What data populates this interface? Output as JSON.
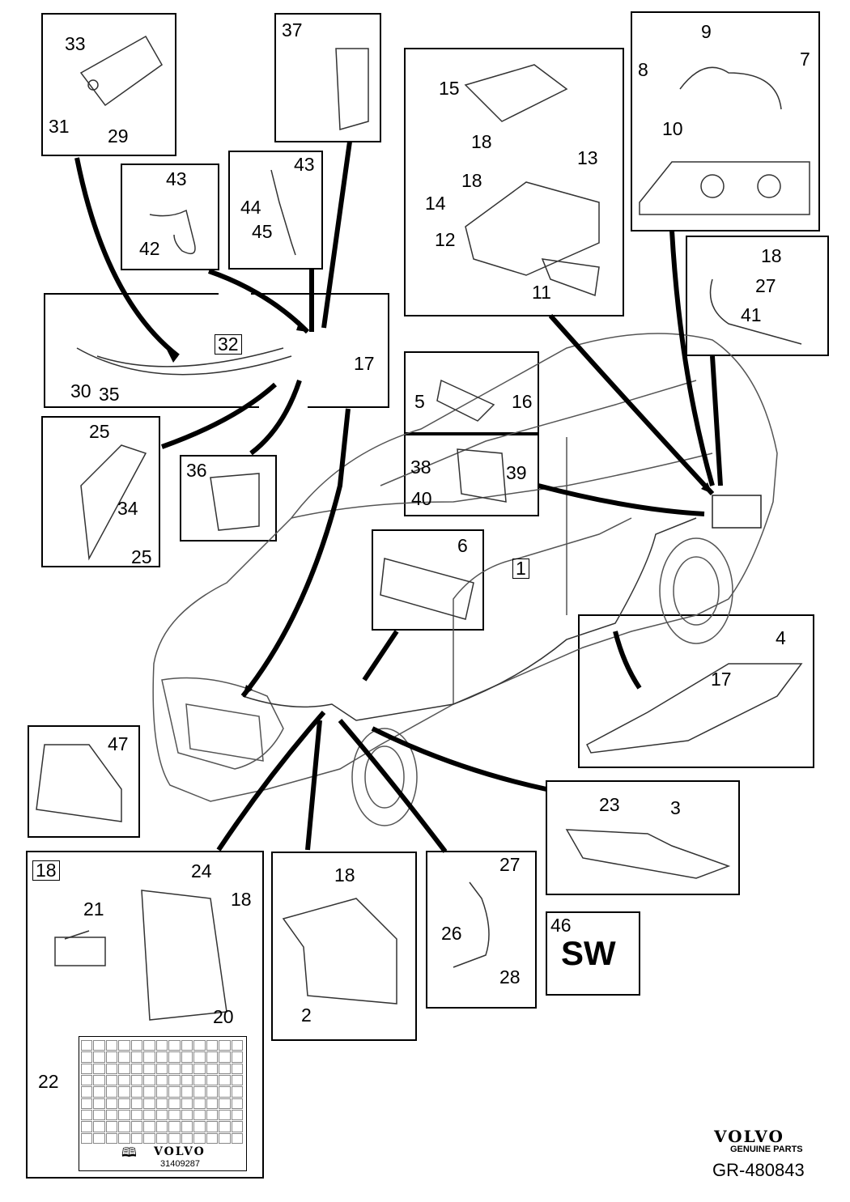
{
  "callouts": {
    "n1": "1",
    "n2": "2",
    "n3": "3",
    "n4": "4",
    "n5": "5",
    "n6": "6",
    "n7": "7",
    "n8": "8",
    "n9": "9",
    "n10": "10",
    "n11": "11",
    "n12": "12",
    "n13": "13",
    "n14": "14",
    "n15": "15",
    "n16": "16",
    "n17a": "17",
    "n17b": "17",
    "n18a": "18",
    "n18b": "18",
    "n18c": "18",
    "n18d": "18",
    "n18e": "18",
    "n18box": "18",
    "n20": "20",
    "n21": "21",
    "n22": "22",
    "n23": "23",
    "n24": "24",
    "n25a": "25",
    "n25b": "25",
    "n26": "26",
    "n27a": "27",
    "n27b": "27",
    "n28": "28",
    "n29": "29",
    "n30": "30",
    "n31": "31",
    "n32": "32",
    "n33": "33",
    "n34": "34",
    "n35": "35",
    "n36": "36",
    "n37": "37",
    "n38": "38",
    "n39": "39",
    "n40": "40",
    "n41": "41",
    "n42": "42",
    "n43a": "43",
    "n43b": "43",
    "n44": "44",
    "n45": "45",
    "n46": "46",
    "n47": "47"
  },
  "sw_label": "SW",
  "fuse_card": {
    "brand": "VOLVO",
    "part_number": "31409287"
  },
  "logo": {
    "brand": "VOLVO",
    "sub": "GENUINE PARTS"
  },
  "diagram_id": "GR-480843",
  "colors": {
    "ink": "#000000",
    "line": "#222222",
    "car": "#555555"
  }
}
